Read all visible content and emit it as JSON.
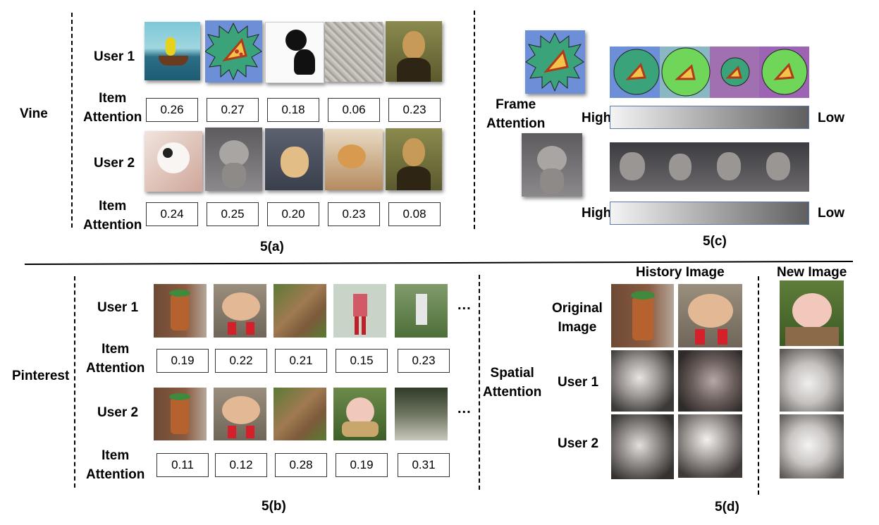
{
  "vine": {
    "row_label": "Vine",
    "user1_label": "User 1",
    "user2_label": "User 2",
    "attn_label_line1": "Item",
    "attn_label_line2": "Attention",
    "user1_scores": [
      "0.26",
      "0.27",
      "0.18",
      "0.06",
      "0.23"
    ],
    "user2_scores": [
      "0.24",
      "0.25",
      "0.20",
      "0.23",
      "0.08"
    ],
    "caption": "5(a)"
  },
  "frame": {
    "label_line1": "Frame",
    "label_line2": "Attention",
    "high": "High",
    "low": "Low",
    "caption": "5(c)"
  },
  "pinterest": {
    "row_label": "Pinterest",
    "user1_label": "User 1",
    "user2_label": "User 2",
    "attn_label_line1": "Item",
    "attn_label_line2": "Attention",
    "user1_scores": [
      "0.19",
      "0.22",
      "0.21",
      "0.15",
      "0.23"
    ],
    "user2_scores": [
      "0.11",
      "0.12",
      "0.28",
      "0.19",
      "0.31"
    ],
    "ellipsis": "...",
    "caption": "5(b)"
  },
  "spatial": {
    "label_line1": "Spatial",
    "label_line2": "Attention",
    "history_header": "History Image",
    "new_header": "New Image",
    "original_line1": "Original",
    "original_line2": "Image",
    "user1_label": "User 1",
    "user2_label": "User 2",
    "caption": "5(d)"
  }
}
